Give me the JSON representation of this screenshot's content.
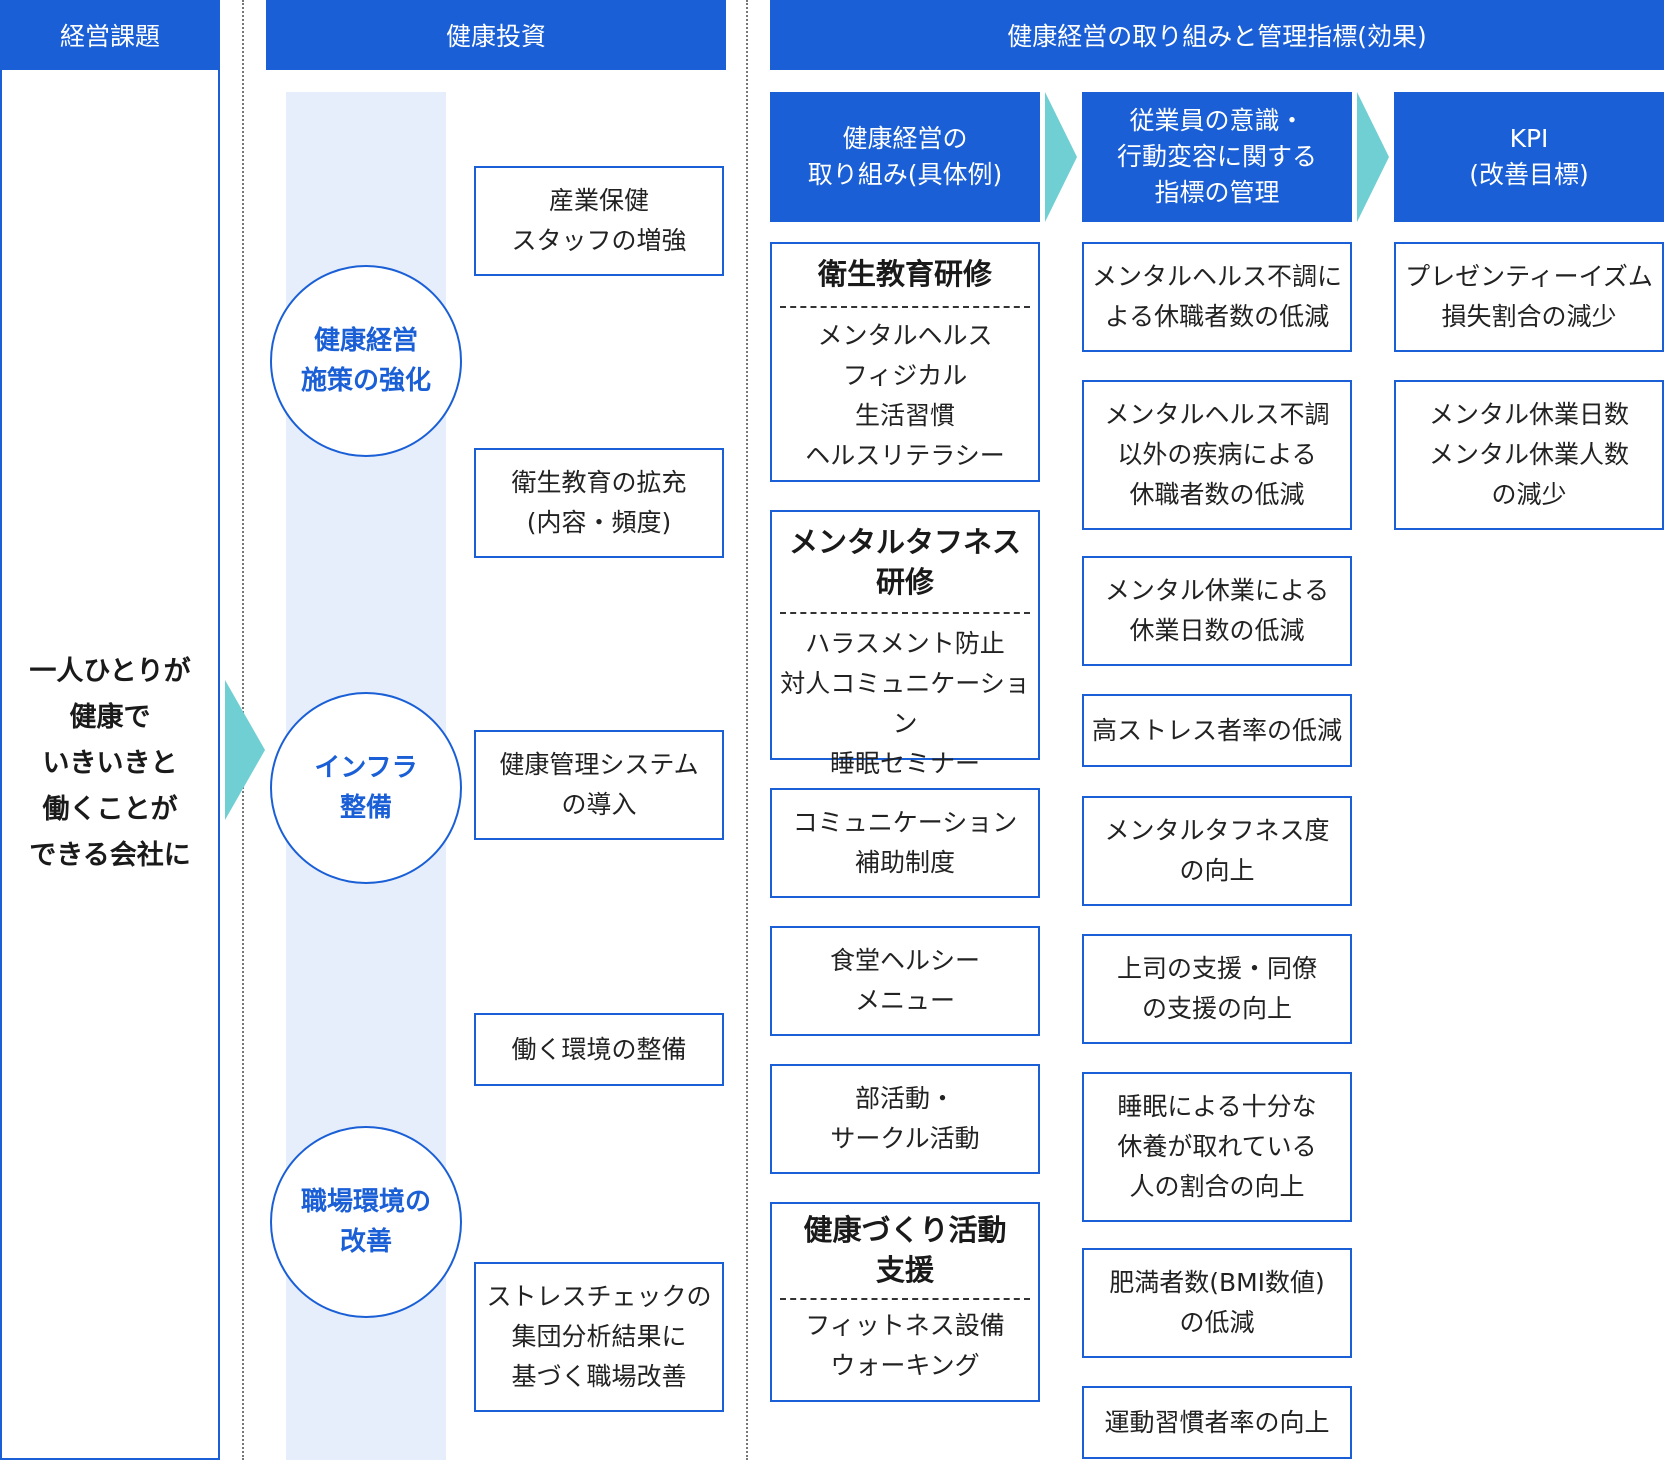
{
  "colors": {
    "primary": "#1a5fd6",
    "band": "#e6eefb",
    "arrow": "#6fcfd2"
  },
  "headers": {
    "issue": "経営課題",
    "investment": "健康投資",
    "effects": "健康経営の取り組みと管理指標(効果)"
  },
  "issue_text": "一人ひとりが\n健康で\nいきいきと\n働くことが\nできる会社に",
  "circles": [
    "健康経営\n施策の強化",
    "インフラ\n整備",
    "職場環境の\n改善"
  ],
  "investments": [
    "産業保健\nスタッフの増強",
    "衛生教育の拡充\n(内容・頻度)",
    "健康管理システム\nの導入",
    "働く環境の整備",
    "ストレスチェックの\n集団分析結果に\n基づく職場改善"
  ],
  "sub_headers": {
    "initiatives": "健康経営の\n取り組み(具体例)",
    "indicators": "従業員の意識・\n行動変容に関する\n指標の管理",
    "kpi": "KPI\n(改善目標)"
  },
  "initiatives": [
    {
      "title": "衛生教育研修",
      "detail": "メンタルヘルス\nフィジカル\n生活習慣\nヘルスリテラシー"
    },
    {
      "title": "メンタルタフネス\n研修",
      "detail": "ハラスメント防止\n対人コミュニケーション\n睡眠セミナー"
    },
    {
      "title": "",
      "detail": "コミュニケーション\n補助制度"
    },
    {
      "title": "",
      "detail": "食堂ヘルシー\nメニュー"
    },
    {
      "title": "",
      "detail": "部活動・\nサークル活動"
    },
    {
      "title": "健康づくり活動\n支援",
      "detail": "フィットネス設備\nウォーキング"
    }
  ],
  "indicators": [
    "メンタルヘルス不調に\nよる休職者数の低減",
    "メンタルヘルス不調\n以外の疾病による\n休職者数の低減",
    "メンタル休業による\n休業日数の低減",
    "高ストレス者率の低減",
    "メンタルタフネス度\nの向上",
    "上司の支援・同僚\nの支援の向上",
    "睡眠による十分な\n休養が取れている\n人の割合の向上",
    "肥満者数(BMI数値)\nの低減",
    "運動習慣者率の向上"
  ],
  "kpis": [
    "プレゼンティーイズム\n損失割合の減少",
    "メンタル休業日数\nメンタル休業人数\nの減少"
  ]
}
